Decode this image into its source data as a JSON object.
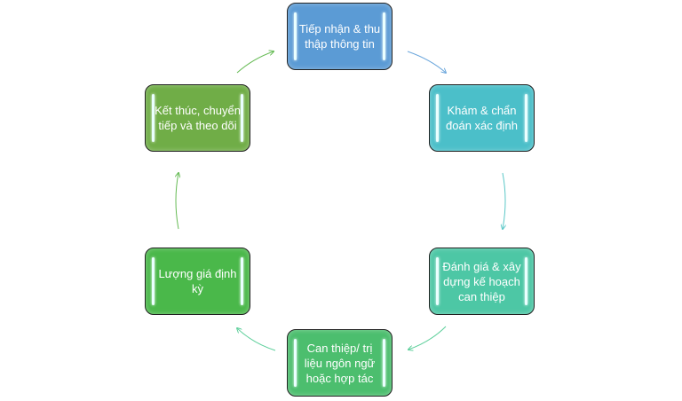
{
  "steps": [
    {
      "label": "Tiếp nhận & thu thập thông tin",
      "color": "#5b9bd5"
    },
    {
      "label": "Khám & chẩn đoán xác định",
      "color": "#4bbfc9"
    },
    {
      "label": "Đánh giá & xây dựng kế hoạch can thiệp",
      "color": "#4dc7a5"
    },
    {
      "label": "Can thiệp/ trị liệu ngôn ngữ hoặc hợp tác",
      "color": "#4cbe6e"
    },
    {
      "label": "Lượng giá định kỳ",
      "color": "#4ab84a"
    },
    {
      "label": "Kết thúc, chuyển tiếp và theo dõi",
      "color": "#70ad47"
    }
  ]
}
